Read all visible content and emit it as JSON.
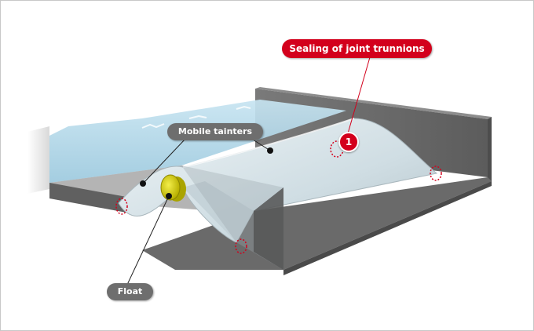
{
  "labels": {
    "sealing": "Sealing of joint trunnions",
    "mobile_tainters": "Mobile tainters",
    "float": "Float"
  },
  "markers": {
    "hotspot_1": "1"
  },
  "colors": {
    "accent_red": "#d3001c",
    "label_gray": "#6e6e6e",
    "concrete": "#5e5e5e",
    "water": "#a9d3e6",
    "float": "#d8d000"
  }
}
